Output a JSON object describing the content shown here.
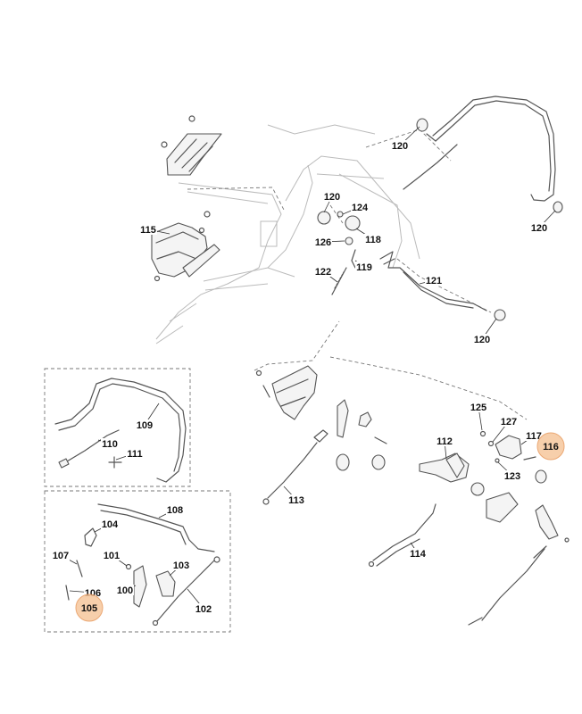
{
  "highlight_color": "#f6c79d",
  "callouts": [
    {
      "id": "c120a",
      "text": "120",
      "highlighted": false
    },
    {
      "id": "c120b",
      "text": "120",
      "highlighted": false
    },
    {
      "id": "c120c",
      "text": "120",
      "highlighted": false
    },
    {
      "id": "c120d",
      "text": "120",
      "highlighted": false
    },
    {
      "id": "c115",
      "text": "115",
      "highlighted": false
    },
    {
      "id": "c124",
      "text": "124",
      "highlighted": false
    },
    {
      "id": "c118",
      "text": "118",
      "highlighted": false
    },
    {
      "id": "c126",
      "text": "126",
      "highlighted": false
    },
    {
      "id": "c119",
      "text": "119",
      "highlighted": false
    },
    {
      "id": "c122",
      "text": "122",
      "highlighted": false
    },
    {
      "id": "c121",
      "text": "121",
      "highlighted": false
    },
    {
      "id": "c125",
      "text": "125",
      "highlighted": false
    },
    {
      "id": "c127",
      "text": "127",
      "highlighted": false
    },
    {
      "id": "c117",
      "text": "117",
      "highlighted": false
    },
    {
      "id": "c116",
      "text": "116",
      "highlighted": true
    },
    {
      "id": "c112",
      "text": "112",
      "highlighted": false
    },
    {
      "id": "c123",
      "text": "123",
      "highlighted": false
    },
    {
      "id": "c113",
      "text": "113",
      "highlighted": false
    },
    {
      "id": "c114",
      "text": "114",
      "highlighted": false
    },
    {
      "id": "c109",
      "text": "109",
      "highlighted": false
    },
    {
      "id": "c110",
      "text": "110",
      "highlighted": false
    },
    {
      "id": "c111",
      "text": "111",
      "highlighted": false
    },
    {
      "id": "c108",
      "text": "108",
      "highlighted": false
    },
    {
      "id": "c104",
      "text": "104",
      "highlighted": false
    },
    {
      "id": "c107",
      "text": "107",
      "highlighted": false
    },
    {
      "id": "c101",
      "text": "101",
      "highlighted": false
    },
    {
      "id": "c103",
      "text": "103",
      "highlighted": false
    },
    {
      "id": "c100",
      "text": "100",
      "highlighted": false
    },
    {
      "id": "c106",
      "text": "106",
      "highlighted": false
    },
    {
      "id": "c105",
      "text": "105",
      "highlighted": true
    },
    {
      "id": "c102",
      "text": "102",
      "highlighted": false
    }
  ]
}
